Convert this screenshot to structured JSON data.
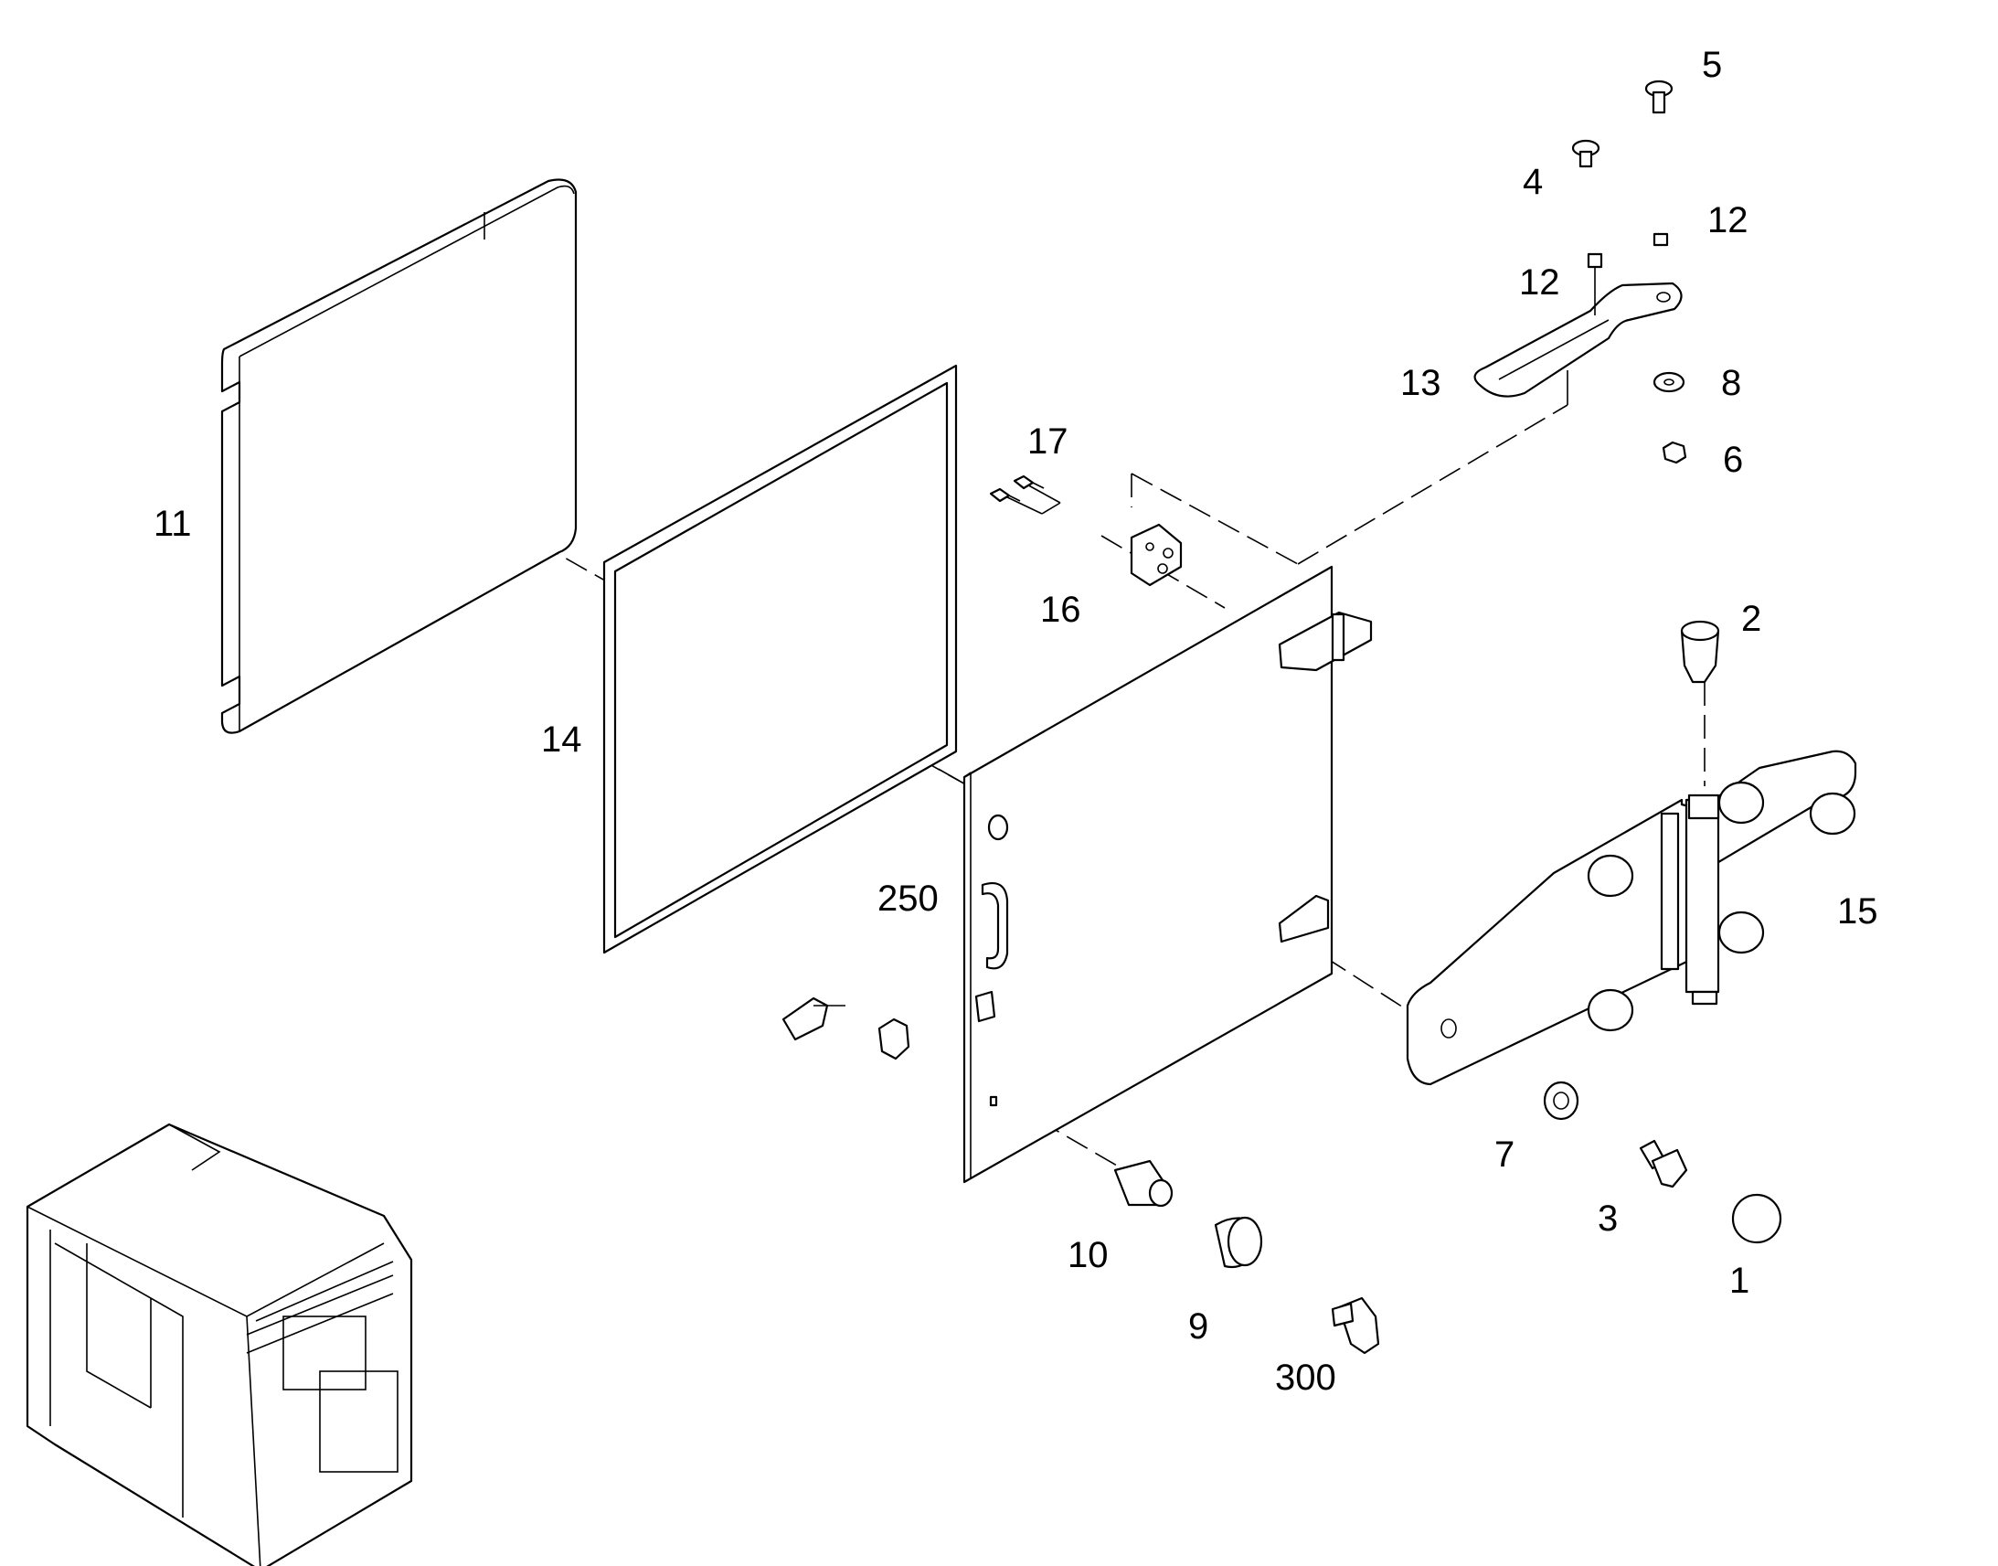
{
  "callouts": {
    "c11": "11",
    "c14": "14",
    "c17": "17",
    "c16": "16",
    "c250": "250",
    "c13": "13",
    "c12a": "12",
    "c12b": "12",
    "c4": "4",
    "c5": "5",
    "c8": "8",
    "c6": "6",
    "c2": "2",
    "c15": "15",
    "c7": "7",
    "c3": "3",
    "c1": "1",
    "c10": "10",
    "c9": "9",
    "c300": "300"
  }
}
